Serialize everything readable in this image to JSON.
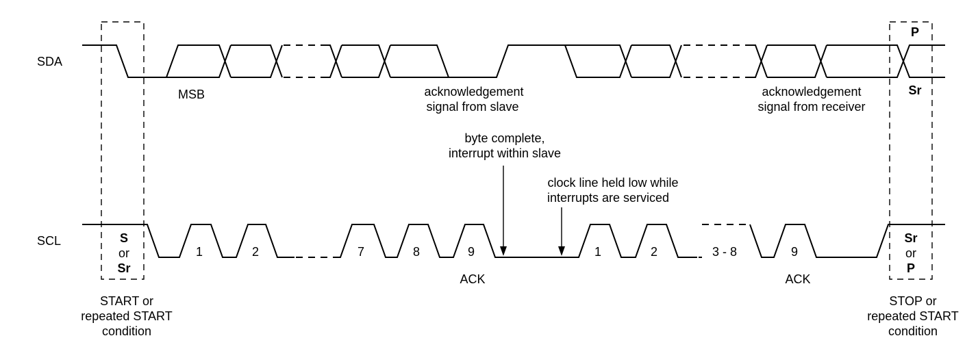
{
  "signals": {
    "sda": "SDA",
    "scl": "SCL"
  },
  "labels": {
    "msb": "MSB",
    "ack_slave_1": "acknowledgement",
    "ack_slave_2": "signal from slave",
    "ack_receiver_1": "acknowledgement",
    "ack_receiver_2": "signal from receiver",
    "byte_complete_1": "byte complete,",
    "byte_complete_2": "interrupt within slave",
    "clock_held_1": "clock line held low while",
    "clock_held_2": "interrupts are serviced",
    "ack_1": "ACK",
    "ack_2": "ACK"
  },
  "start_box": {
    "line1": "S",
    "line2": "or",
    "line3": "Sr"
  },
  "stop_box": {
    "sda_top": "P",
    "sda_bottom": "Sr",
    "scl_line1": "Sr",
    "scl_line2": "or",
    "scl_line3": "P"
  },
  "clock_numbers": {
    "n1": "1",
    "n2": "2",
    "n7": "7",
    "n8": "8",
    "n9": "9",
    "m1": "1",
    "m2": "2",
    "m38": "3 - 8",
    "m9": "9"
  },
  "conditions": {
    "start_1": "START or",
    "start_2": "repeated START",
    "start_3": "condition",
    "stop_1": "STOP or",
    "stop_2": "repeated START",
    "stop_3": "condition"
  }
}
